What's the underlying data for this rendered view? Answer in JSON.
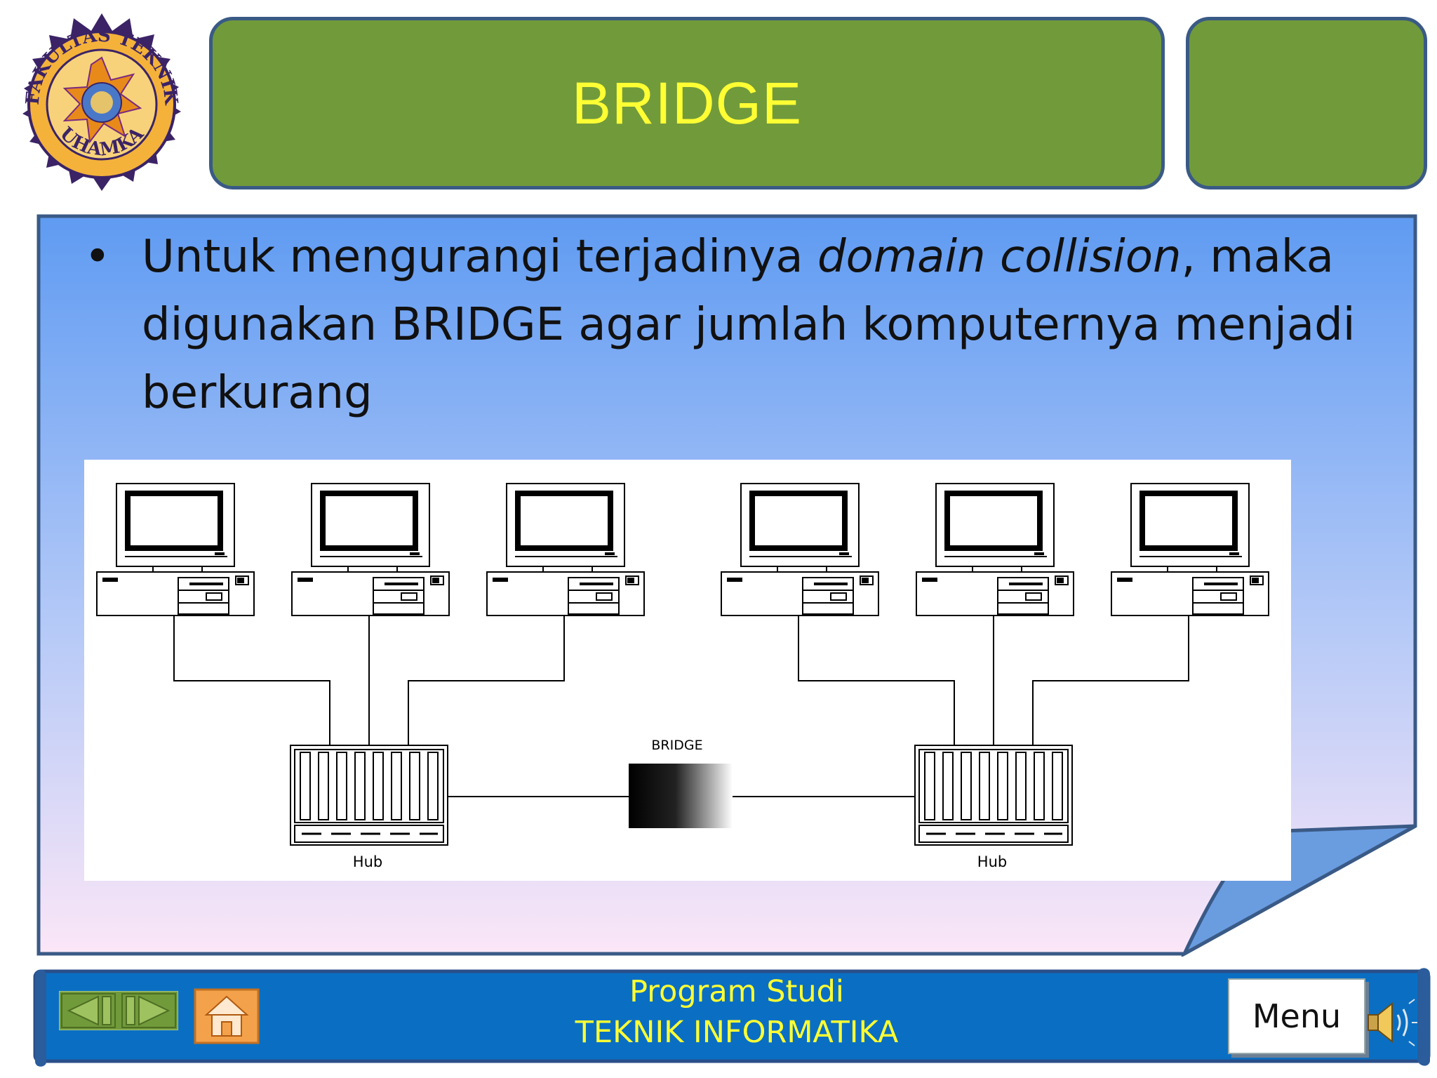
{
  "logo": {
    "text_top": "FAKULTAS TEKNIK",
    "text_bottom": "UHAMKA"
  },
  "header": {
    "title": "BRIDGE"
  },
  "content": {
    "bullet_part1": "Untuk mengurangi terjadinya ",
    "bullet_emphasis": "domain collision",
    "bullet_part2": ", maka digunakan BRIDGE agar jumlah komputernya menjadi berkurang"
  },
  "diagram": {
    "bridge_label": "BRIDGE",
    "hub_left_label": "Hub",
    "hub_right_label": "Hub"
  },
  "footer": {
    "line1": "Program  Studi",
    "line2": "TEKNIK  INFORMATIKA",
    "menu_label": "Menu"
  },
  "colors": {
    "title_bg": "#719a3b",
    "title_text": "#ffff33",
    "footer_bg": "#0a6fc3",
    "panel_top": "#5f9bf2",
    "panel_bottom": "#fbe6f7"
  }
}
